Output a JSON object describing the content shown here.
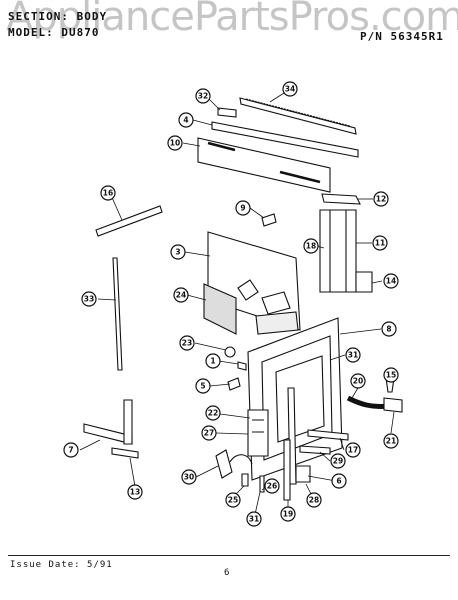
{
  "header": {
    "section_label": "SECTION:",
    "section_value": "BODY",
    "model_label": "MODEL:",
    "model_value": "DU870",
    "pn": "P/N 56345R1"
  },
  "watermark": "AppliancePartsPros.com",
  "footer": {
    "issue_date": "Issue Date: 5/91",
    "page_number": "6"
  },
  "callouts": [
    "34",
    "32",
    "4",
    "10",
    "12",
    "16",
    "9",
    "18",
    "11",
    "3",
    "14",
    "24",
    "33",
    "8",
    "23",
    "31",
    "1",
    "15",
    "5",
    "20",
    "21",
    "22",
    "17",
    "27",
    "7",
    "29",
    "30",
    "26",
    "6",
    "25",
    "28",
    "13",
    "31",
    "19"
  ]
}
